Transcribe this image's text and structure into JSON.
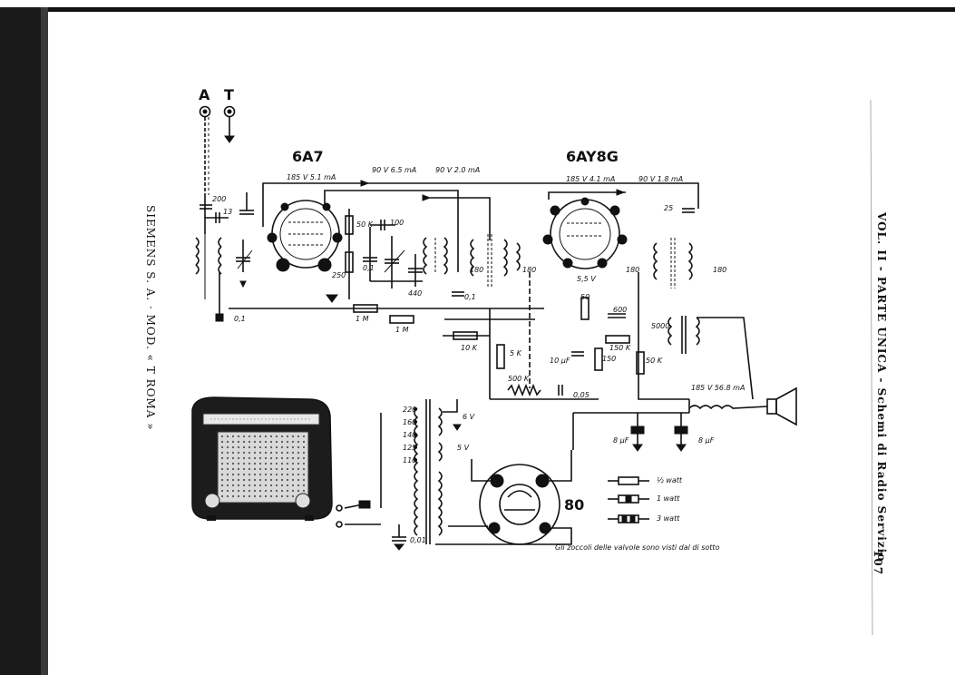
{
  "page": {
    "side_left": "SIEMENS S. A. · MOD. « T ROMA »",
    "side_right": "VOL. II - PARTE UNICA - Schemi di Radio Servizio",
    "page_number": "107",
    "footnote": "Gli zoccoli delle valvole sono visti dal di sotto"
  },
  "terminals": {
    "antenna": "A",
    "ground": "T"
  },
  "tubes": {
    "t1": "6A7",
    "t2": "6AY8G",
    "rect": "80"
  },
  "supply": {
    "l1": "185 V  5.1 mA",
    "l2": "90 V  6.5 mA",
    "l3": "90 V  2.0 mA",
    "l4": "185 V  4.1 mA",
    "l5": "90 V  1.8 mA",
    "l6": "185 V  56.8 mA"
  },
  "values": {
    "c200": "200",
    "c13": "13",
    "r50k": "50 K",
    "c100": "100",
    "r250": "250",
    "c01a": "0,1",
    "c440": "440",
    "c01b": "0,1",
    "c01c": "0,1",
    "r1ma": "1 M",
    "r1mb": "1 M",
    "r10k": "10 K",
    "if1a": "180",
    "if1b": "180",
    "if2a": "180",
    "if2b": "180",
    "c25": "25",
    "v55": "5,5 V",
    "r50": "50",
    "c600": "600",
    "r5k": "5 K",
    "r500k": "500 K",
    "c10": "10 µF",
    "r150k": "150 K",
    "r150": "150",
    "r50k2": "50 K",
    "c005": "0,05",
    "r5000": "5000",
    "c8a": "8 µF",
    "c8b": "8 µF",
    "v6": "6 V",
    "v5": "5 V",
    "c001": "0,01"
  },
  "mains_taps": [
    "220",
    "160",
    "140",
    "125",
    "110"
  ],
  "legend": [
    "½ watt",
    "1 watt",
    "3 watt"
  ]
}
